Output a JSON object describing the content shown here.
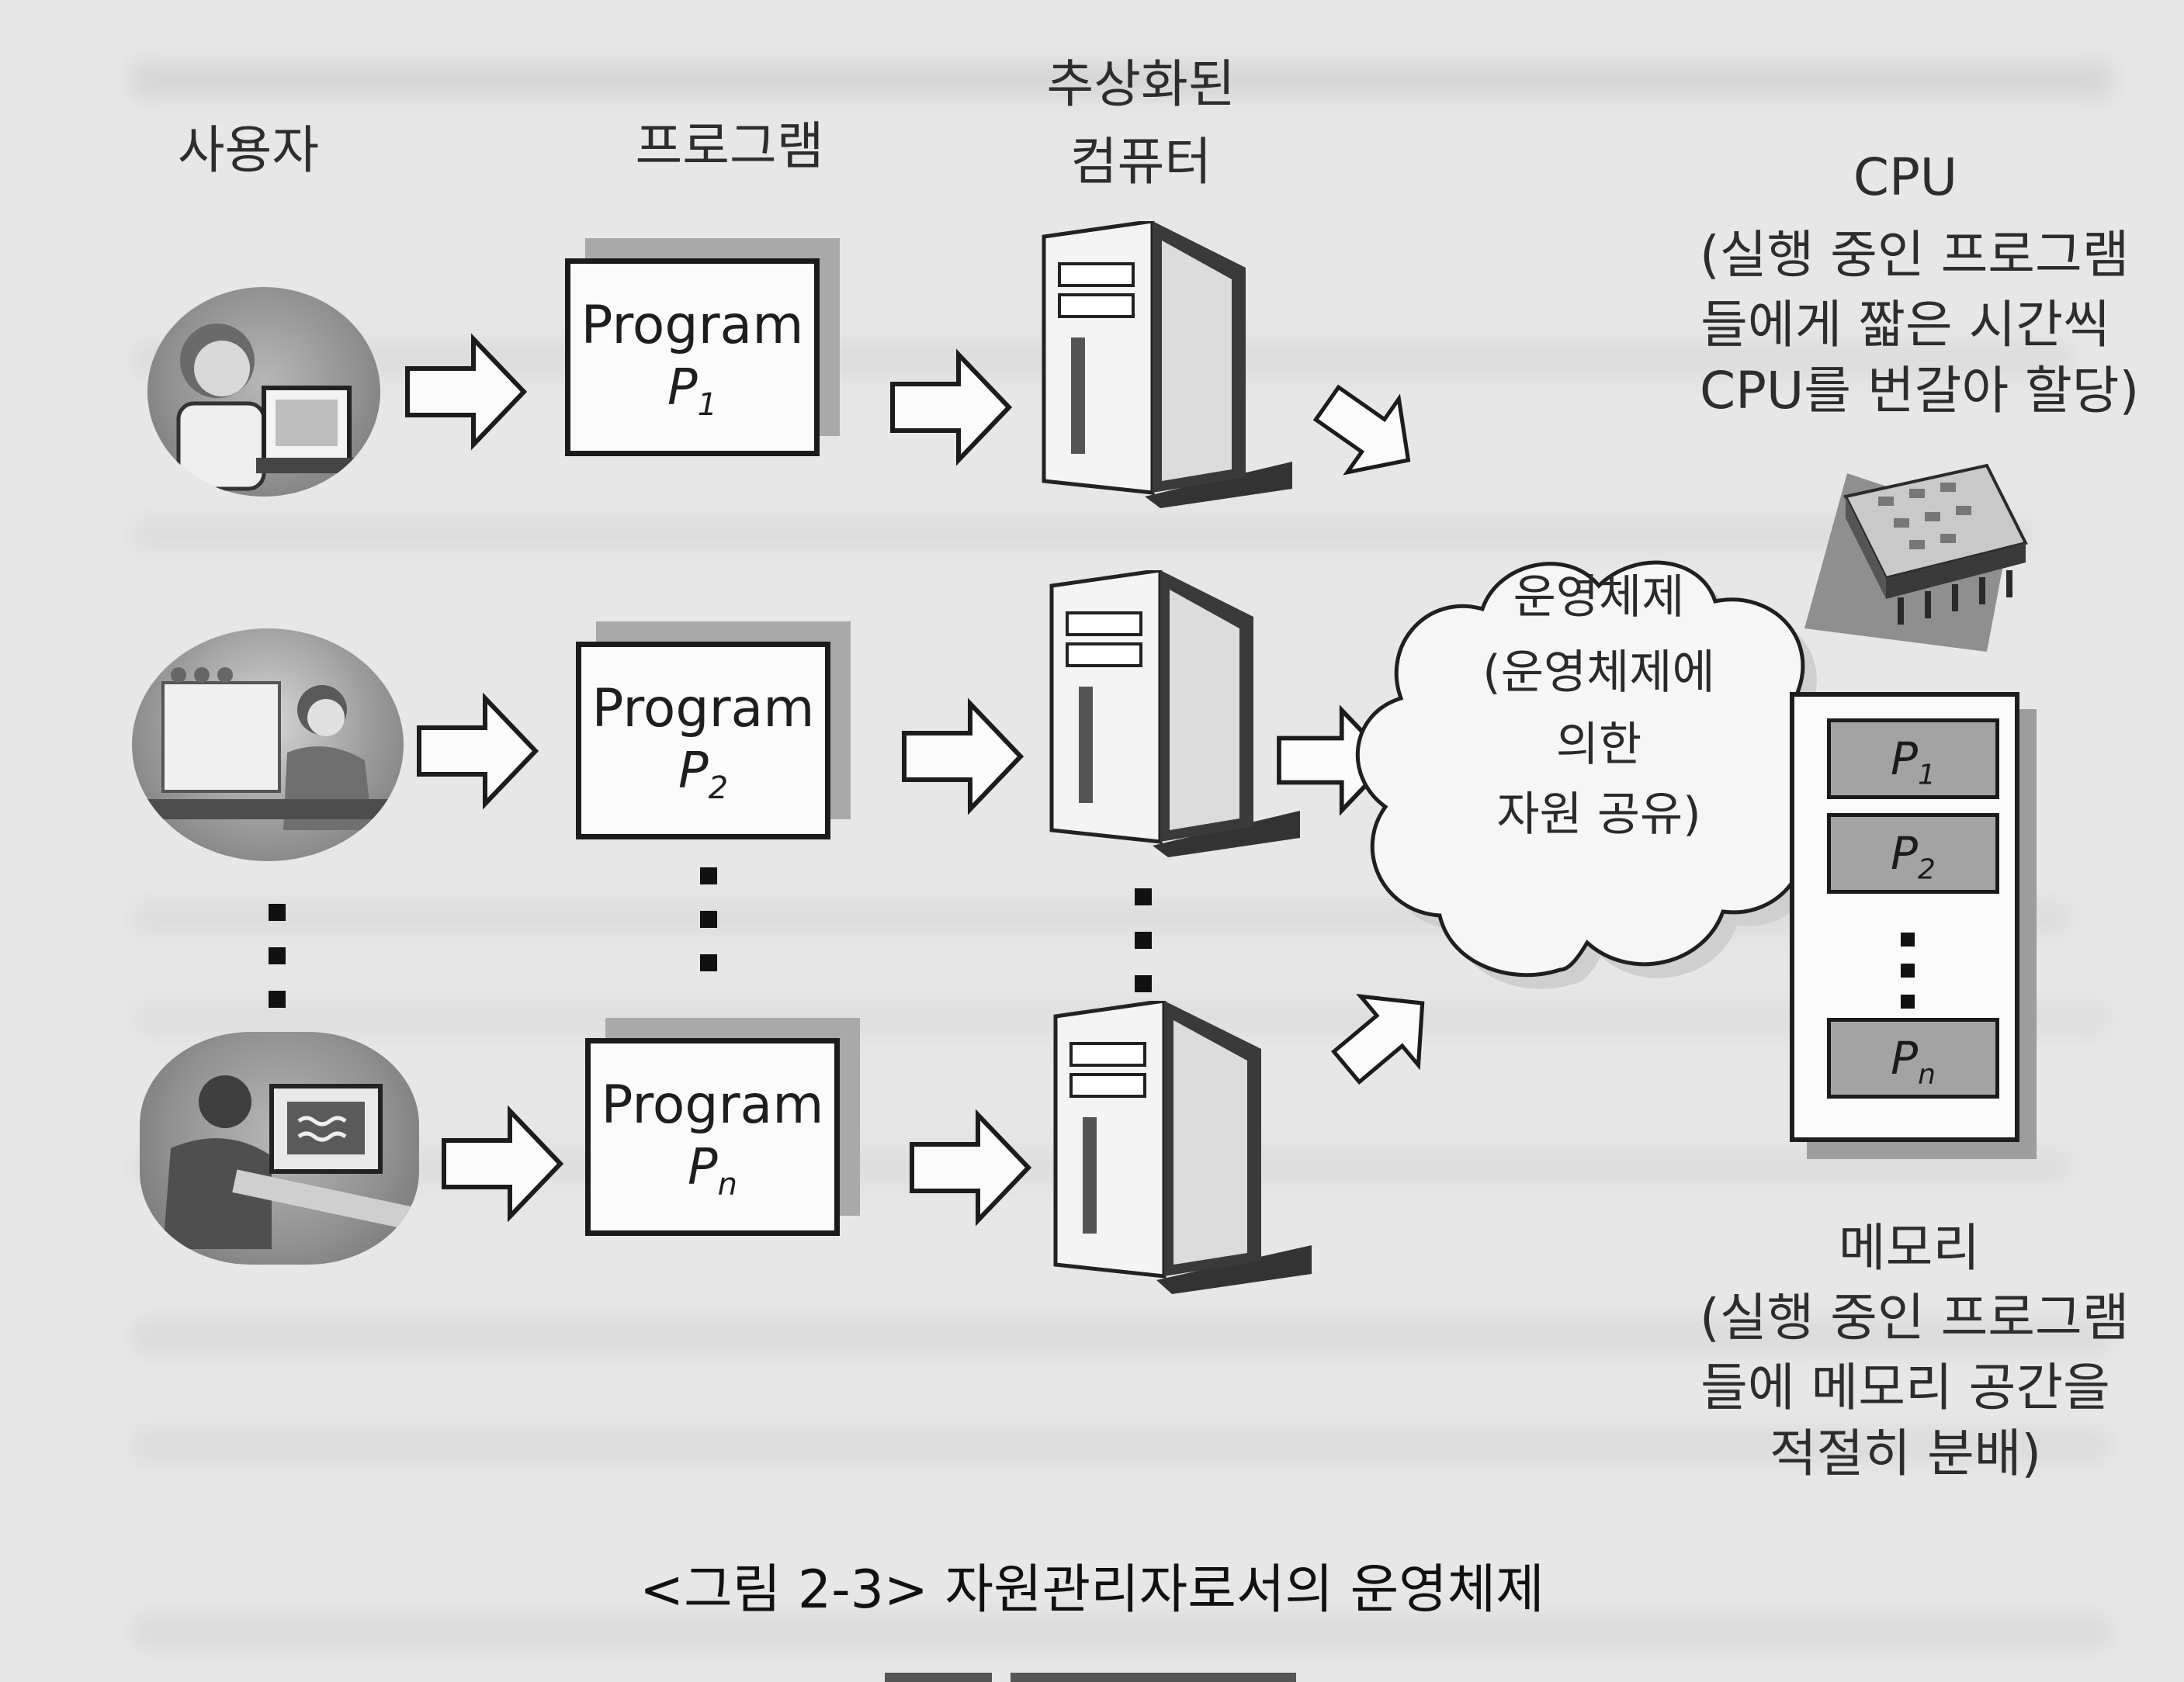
{
  "headers": {
    "user": "사용자",
    "program": "프로그램",
    "abstract_computer_line1": "추상화된",
    "abstract_computer_line2": "컴퓨터",
    "cpu_title": "CPU",
    "cpu_desc_line1": "(실행 중인 프로그램",
    "cpu_desc_line2": "들에게 짧은 시간씩",
    "cpu_desc_line3": "CPU를 번갈아 할당)"
  },
  "programs": [
    {
      "name": "Program",
      "symbol": "P",
      "sub": "1"
    },
    {
      "name": "Program",
      "symbol": "P",
      "sub": "2"
    },
    {
      "name": "Program",
      "symbol": "P",
      "sub": "n"
    }
  ],
  "os_cloud": {
    "line1": "운영체제",
    "line2": "(운영체제에",
    "line3": "의한",
    "line4": "자원 공유)"
  },
  "memory": {
    "slots": [
      {
        "symbol": "P",
        "sub": "1"
      },
      {
        "symbol": "P",
        "sub": "2"
      },
      {
        "symbol": "P",
        "sub": "n"
      }
    ],
    "title": "메모리",
    "desc_line1": "(실행 중인 프로그램",
    "desc_line2": "들에 메모리 공간을",
    "desc_line3": "적절히 분배)"
  },
  "caption": "<그림 2-3> 자원관리자로서의 운영체제",
  "colors": {
    "background": "#e7e7e7",
    "box_border": "#1b1b1b",
    "box_shadow": "#a9a9a9",
    "memory_slot": "#a3a3a3"
  }
}
